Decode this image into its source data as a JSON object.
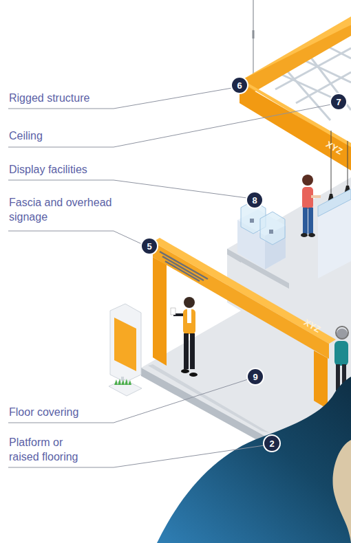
{
  "diagram": {
    "nodes": [
      {
        "text": [
          "6"
        ]
      },
      {
        "text": [
          "7"
        ]
      },
      {
        "text": [
          "8"
        ]
      },
      {
        "text": [
          "5"
        ]
      },
      {
        "text": [
          "9"
        ]
      },
      {
        "text": [
          "2"
        ]
      }
    ],
    "labels": [
      "Rigged structure",
      "Ceiling",
      "Display facilities",
      "Fascia and overhead signage",
      "Floor covering",
      "Platform or raised flooring",
      "XYZ",
      "XYZ"
    ]
  }
}
